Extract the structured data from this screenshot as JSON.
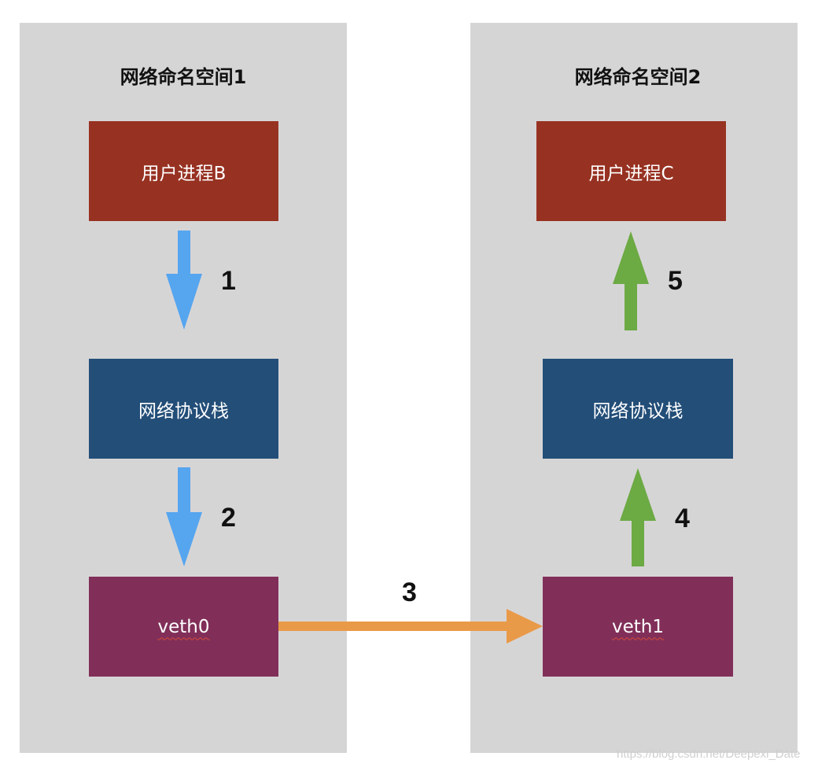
{
  "namespaces": [
    {
      "title": "网络命名空间1",
      "process": "用户进程B",
      "stack": "网络协议栈",
      "veth": "veth0"
    },
    {
      "title": "网络命名空间2",
      "process": "用户进程C",
      "stack": "网络协议栈",
      "veth": "veth1"
    }
  ],
  "steps": [
    "1",
    "2",
    "3",
    "4",
    "5"
  ],
  "colors": {
    "namespace_bg": "#d6d5d6",
    "process": "#973222",
    "stack": "#234e78",
    "veth": "#812f59",
    "arrow_down": "#56a5ef",
    "arrow_cross": "#e99a48",
    "arrow_up": "#6caa44"
  },
  "watermark": "https://blog.csdn.net/Deepexi_Date"
}
